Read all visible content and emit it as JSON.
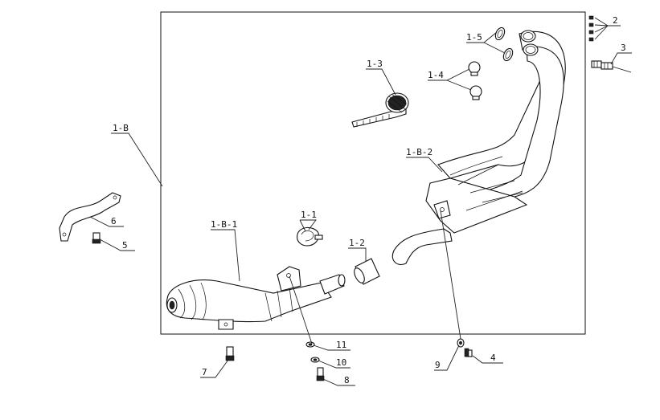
{
  "diagram": {
    "labels": {
      "l_1B": "1-B",
      "l_1B1": "1-B-1",
      "l_1B2": "1-B-2",
      "l_11": "1-1",
      "l_12": "1-2",
      "l_13": "1-3",
      "l_14": "1-4",
      "l_15": "1-5",
      "l_2": "2",
      "l_3": "3",
      "l_4": "4",
      "l_5": "5",
      "l_6": "6",
      "l_7": "7",
      "l_8": "8",
      "l_9": "9",
      "l_10": "10",
      "l_11b": "11"
    },
    "colors": {
      "line": "#111111",
      "background": "#ffffff"
    }
  }
}
